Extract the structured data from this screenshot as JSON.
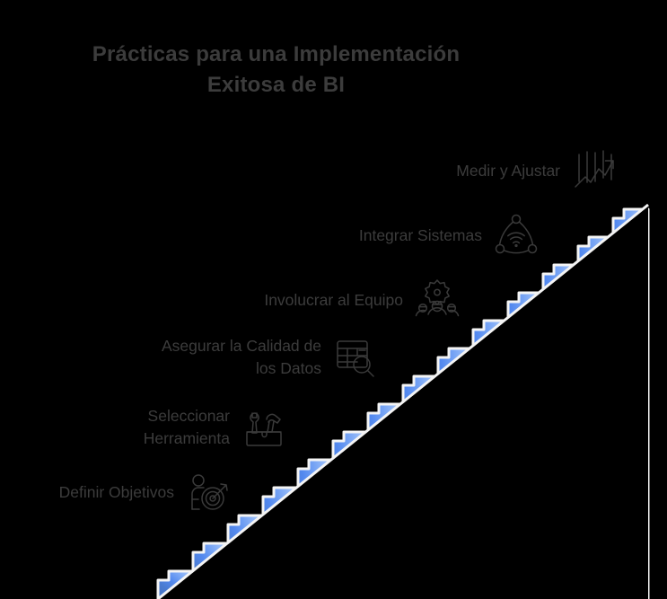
{
  "meta": {
    "background_color": "#000000",
    "text_color": "#3c3c3c",
    "stair_color_bottom": "#4472c4",
    "stair_color_top": "#adcbfb",
    "stair_outline_color": "#f2f2f2"
  },
  "header": {
    "title": "Prácticas para una Implementación\nExitosa de BI"
  },
  "diagram": {
    "type": "ascending-staircase",
    "step_count": 14,
    "labels": [
      {
        "index": 1,
        "label": "Definir Objetivos",
        "icon": "person-target-icon"
      },
      {
        "index": 2,
        "label": "Seleccionar\nHerramienta",
        "icon": "toolbox-wrench-hammer-icon"
      },
      {
        "index": 3,
        "label": "Asegurar la Calidad de\nlos Datos",
        "icon": "data-table-magnifier-icon"
      },
      {
        "index": 4,
        "label": "Involucrar al Equipo",
        "icon": "gear-team-icon"
      },
      {
        "index": 5,
        "label": "Integrar Sistemas",
        "icon": "network-nodes-icon"
      },
      {
        "index": 6,
        "label": "Medir y Ajustar",
        "icon": "rising-chart-arrow-icon"
      }
    ]
  }
}
